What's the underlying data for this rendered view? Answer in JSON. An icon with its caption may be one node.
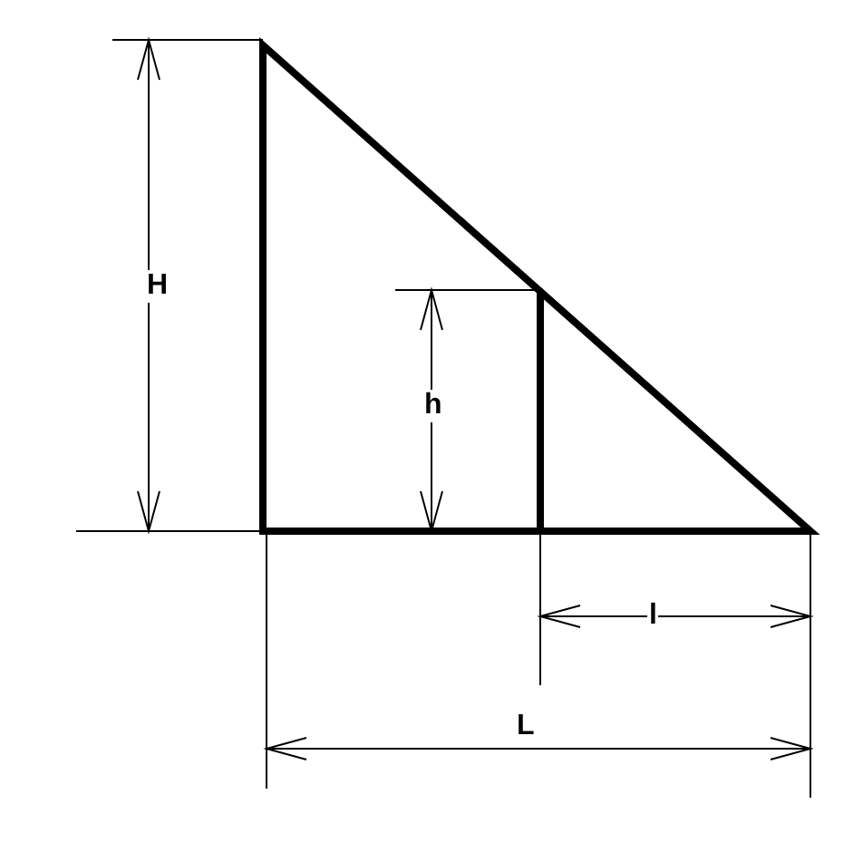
{
  "diagram": {
    "labels": [
      "H",
      "h",
      "l",
      "L"
    ]
  }
}
